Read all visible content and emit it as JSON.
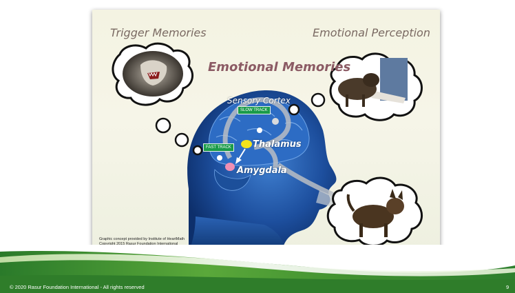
{
  "slide": {
    "titles": {
      "trigger": "Trigger Memories",
      "perception": "Emotional Perception",
      "emotional": "Emotional Memories"
    },
    "labels": {
      "cortex": "Sensory Cortex",
      "thalamus": "Thalamus",
      "amygdala": "Amygdala",
      "slow_track": "SLOW TRACK",
      "fast_track": "FAST TRACK"
    },
    "credit_line1": "Graphic concept provided by Institute of HeartMath",
    "credit_line2": "Copyright 2015 Rasur Foundation International"
  },
  "footer": {
    "copyright": "© 2020 Rasur Foundation International - All rights reserved",
    "page_number": "9"
  },
  "colors": {
    "band_green": "#2e8b2e",
    "band_light": "#8fc84a",
    "thalamus_dot": "#f2e21c",
    "amygdala_dot": "#f08fb4",
    "track_green": "#1a9b4a",
    "head_blue": "#1f4f9e"
  }
}
